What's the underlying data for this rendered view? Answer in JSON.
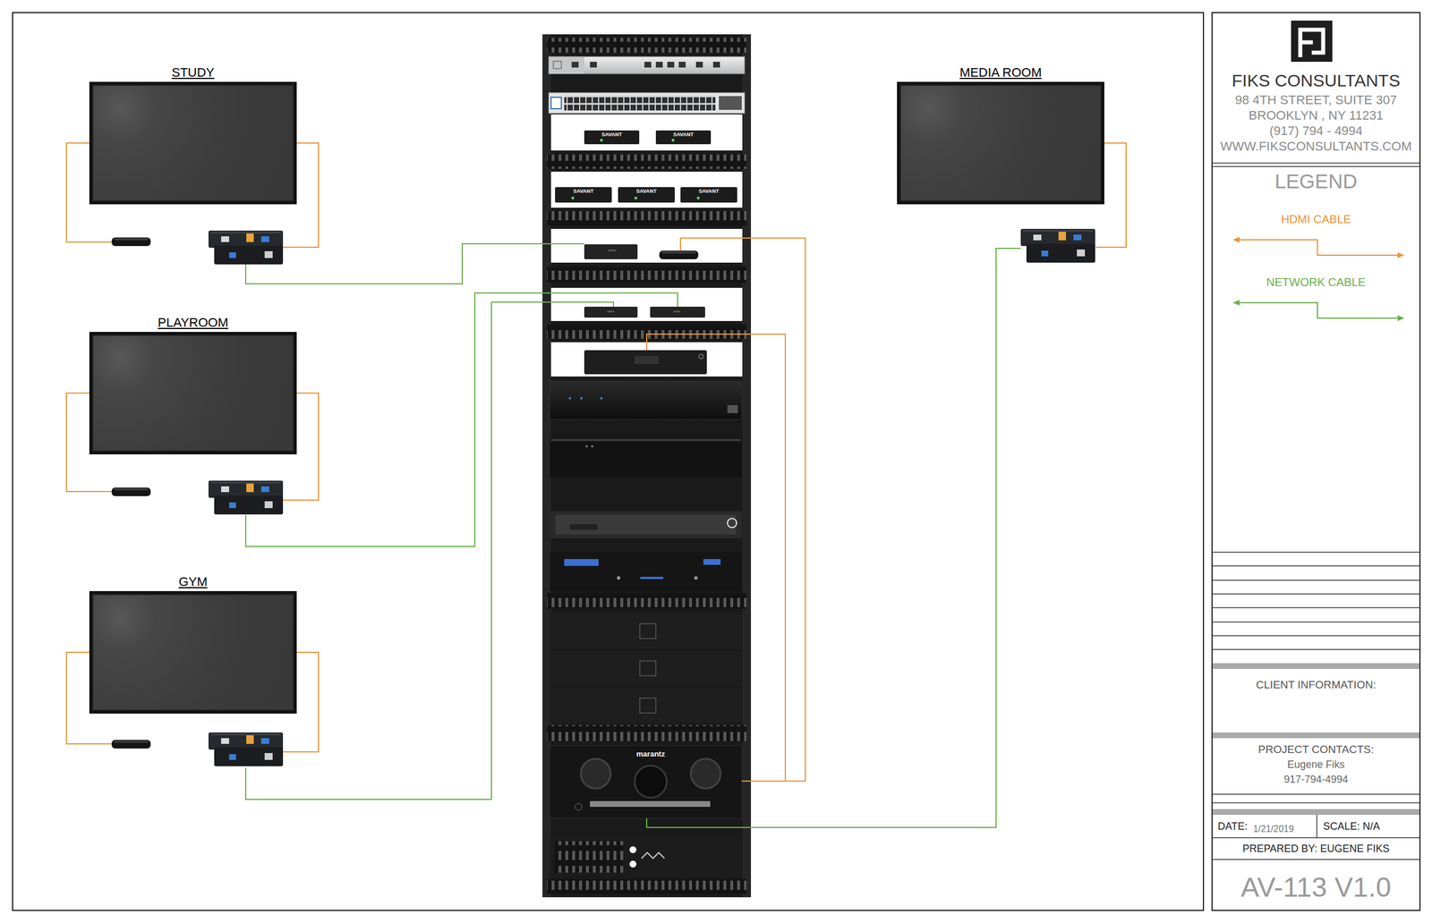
{
  "diagram": {
    "nodes": [
      {
        "text": [
          "STUDY"
        ]
      },
      {
        "text": [
          "PLAYROOM"
        ]
      },
      {
        "text": [
          "GYM"
        ]
      },
      {
        "text": [
          "MEDIA ROOM"
        ]
      },
      {
        "text": [
          "FIKS CONSULTANTS",
          "98 4TH STREET, SUITE 307",
          "BROOKLYN , NY 11231",
          "(917) 794 - 4994",
          "WWW.FIKSCONSULTANTS.COM"
        ]
      },
      {
        "text": [
          "LEGEND"
        ]
      },
      {
        "text": [
          "CLIENT INFORMATION:"
        ]
      },
      {
        "text": [
          "PROJECT CONTACTS:",
          "Eugene Fiks",
          "917-794-4994"
        ]
      },
      {
        "text": [
          "DATE:",
          "1/21/2019"
        ]
      },
      {
        "text": [
          "SCALE: N/A"
        ]
      },
      {
        "text": [
          "PREPARED BY: EUGENE FIKS"
        ]
      },
      {
        "text": [
          "AV-113 V1.0"
        ]
      }
    ],
    "labels": [
      "SAVANT",
      "SAVANT",
      "SAVANT",
      "SAVANT",
      "SAVANT",
      "marantz"
    ],
    "legend": [
      {
        "text": "HDMI CABLE"
      },
      {
        "text": "NETWORK CABLE"
      }
    ]
  }
}
